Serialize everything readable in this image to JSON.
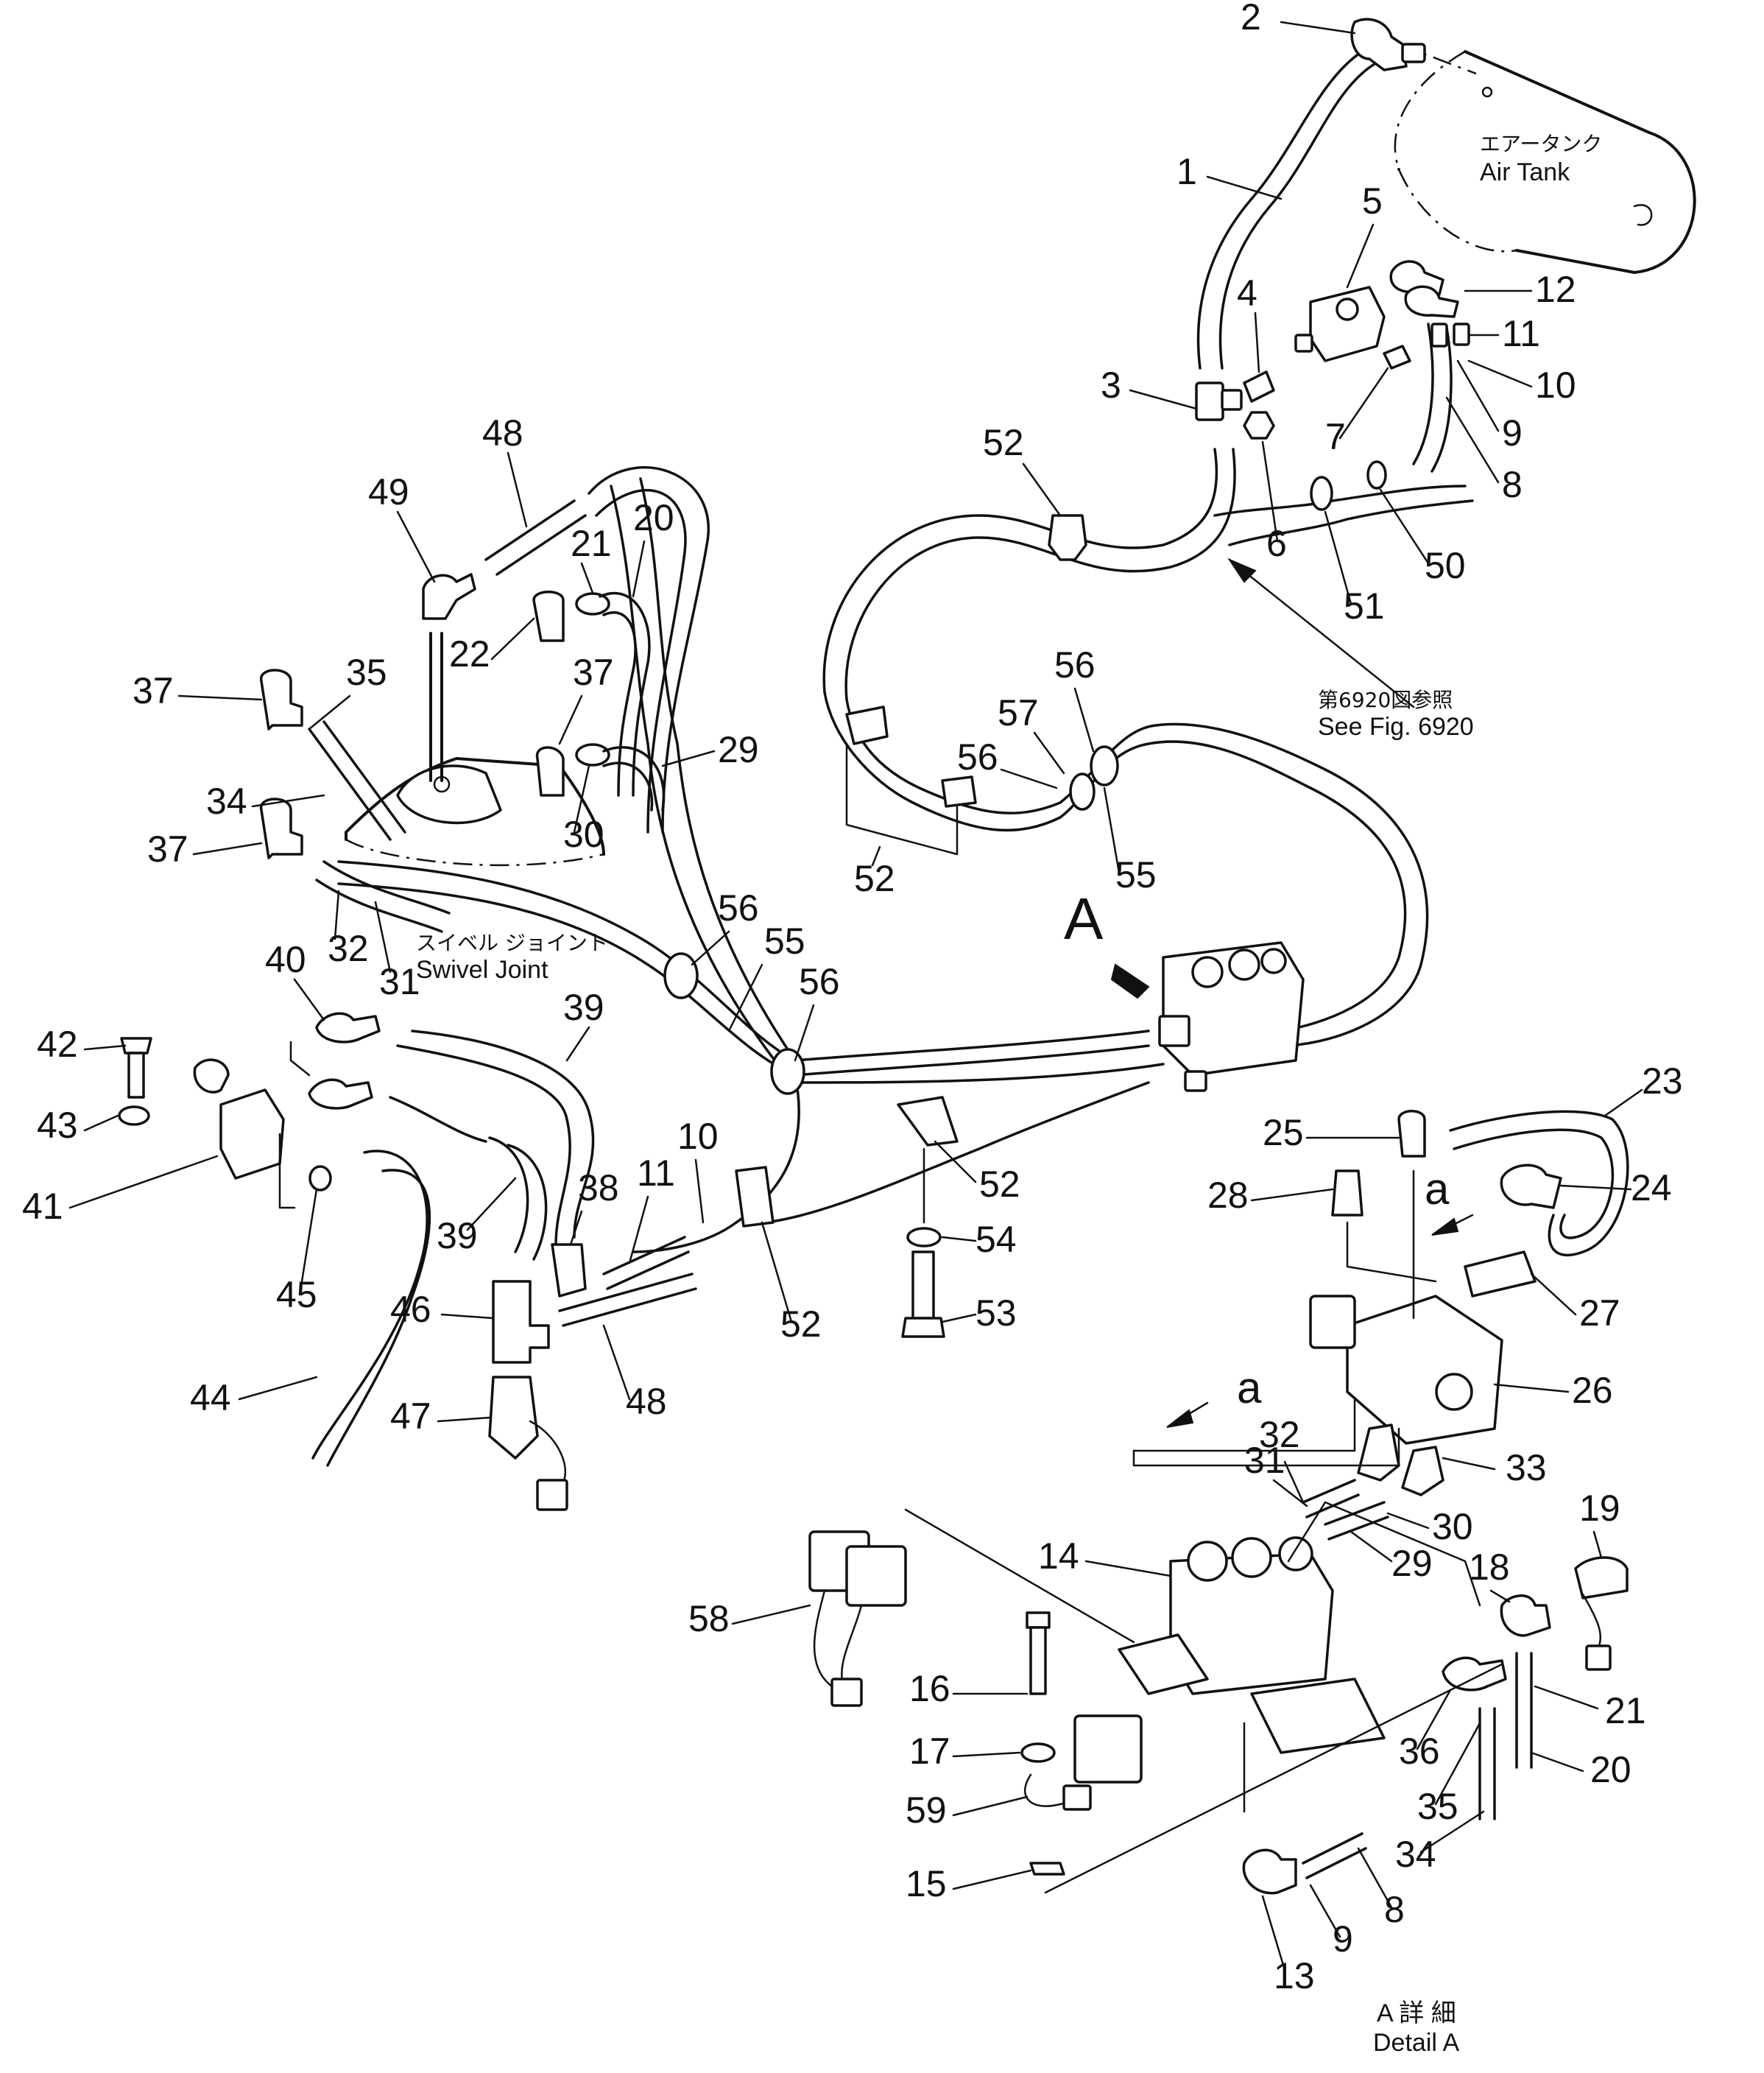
{
  "captions": {
    "air_tank_jp": "エアータンク",
    "air_tank_en": "Air  Tank",
    "see_fig_jp": "第6920図参照",
    "see_fig_en": "See Fig. 6920",
    "swivel_jp": "スイベル ジョイント",
    "swivel_en": "Swivel  Joint",
    "view_a": "A",
    "arrow_a": "a",
    "detail_jp": "A 詳 細",
    "detail_en": "Detail A"
  },
  "callouts": [
    {
      "id": "c2",
      "label": "2"
    },
    {
      "id": "c1",
      "label": "1"
    },
    {
      "id": "c5",
      "label": "5"
    },
    {
      "id": "c12",
      "label": "12"
    },
    {
      "id": "c4",
      "label": "4"
    },
    {
      "id": "c11a",
      "label": "11"
    },
    {
      "id": "c10a",
      "label": "10"
    },
    {
      "id": "c3",
      "label": "3"
    },
    {
      "id": "c7",
      "label": "7"
    },
    {
      "id": "c9a",
      "label": "9"
    },
    {
      "id": "c8a",
      "label": "8"
    },
    {
      "id": "c52a",
      "label": "52"
    },
    {
      "id": "c6",
      "label": "6"
    },
    {
      "id": "c50",
      "label": "50"
    },
    {
      "id": "c51",
      "label": "51"
    },
    {
      "id": "c48a",
      "label": "48"
    },
    {
      "id": "c49",
      "label": "49"
    },
    {
      "id": "c21a",
      "label": "21"
    },
    {
      "id": "c20a",
      "label": "20"
    },
    {
      "id": "c22",
      "label": "22"
    },
    {
      "id": "c37a",
      "label": "37"
    },
    {
      "id": "c35a",
      "label": "35"
    },
    {
      "id": "c37b",
      "label": "37"
    },
    {
      "id": "c29a",
      "label": "29"
    },
    {
      "id": "c34a",
      "label": "34"
    },
    {
      "id": "c30a",
      "label": "30"
    },
    {
      "id": "c37c",
      "label": "37"
    },
    {
      "id": "c56a",
      "label": "56"
    },
    {
      "id": "c57",
      "label": "57"
    },
    {
      "id": "c56b",
      "label": "56"
    },
    {
      "id": "c52b",
      "label": "52"
    },
    {
      "id": "c55a",
      "label": "55"
    },
    {
      "id": "c32a",
      "label": "32"
    },
    {
      "id": "c31a",
      "label": "31"
    },
    {
      "id": "c56c",
      "label": "56"
    },
    {
      "id": "c55b",
      "label": "55"
    },
    {
      "id": "c40",
      "label": "40"
    },
    {
      "id": "c56d",
      "label": "56"
    },
    {
      "id": "c39a",
      "label": "39"
    },
    {
      "id": "c42",
      "label": "42"
    },
    {
      "id": "c43",
      "label": "43"
    },
    {
      "id": "c41",
      "label": "41"
    },
    {
      "id": "c23",
      "label": "23"
    },
    {
      "id": "c25",
      "label": "25"
    },
    {
      "id": "c10b",
      "label": "10"
    },
    {
      "id": "c52c",
      "label": "52"
    },
    {
      "id": "c24",
      "label": "24"
    },
    {
      "id": "c28",
      "label": "28"
    },
    {
      "id": "c38",
      "label": "38"
    },
    {
      "id": "c11b",
      "label": "11"
    },
    {
      "id": "c39b",
      "label": "39"
    },
    {
      "id": "c54",
      "label": "54"
    },
    {
      "id": "c45",
      "label": "45"
    },
    {
      "id": "c46",
      "label": "46"
    },
    {
      "id": "c52d",
      "label": "52"
    },
    {
      "id": "c53",
      "label": "53"
    },
    {
      "id": "c27",
      "label": "27"
    },
    {
      "id": "c44",
      "label": "44"
    },
    {
      "id": "c48b",
      "label": "48"
    },
    {
      "id": "c26",
      "label": "26"
    },
    {
      "id": "c47",
      "label": "47"
    },
    {
      "id": "c32b",
      "label": "32"
    },
    {
      "id": "c31b",
      "label": "31"
    },
    {
      "id": "c33",
      "label": "33"
    },
    {
      "id": "c19",
      "label": "19"
    },
    {
      "id": "c30b",
      "label": "30"
    },
    {
      "id": "c14",
      "label": "14"
    },
    {
      "id": "c29b",
      "label": "29"
    },
    {
      "id": "c18",
      "label": "18"
    },
    {
      "id": "c58",
      "label": "58"
    },
    {
      "id": "c16",
      "label": "16"
    },
    {
      "id": "c21b",
      "label": "21"
    },
    {
      "id": "c17",
      "label": "17"
    },
    {
      "id": "c36",
      "label": "36"
    },
    {
      "id": "c20b",
      "label": "20"
    },
    {
      "id": "c59",
      "label": "59"
    },
    {
      "id": "c35b",
      "label": "35"
    },
    {
      "id": "c34b",
      "label": "34"
    },
    {
      "id": "c15",
      "label": "15"
    },
    {
      "id": "c8b",
      "label": "8"
    },
    {
      "id": "c9b",
      "label": "9"
    },
    {
      "id": "c13",
      "label": "13"
    }
  ]
}
